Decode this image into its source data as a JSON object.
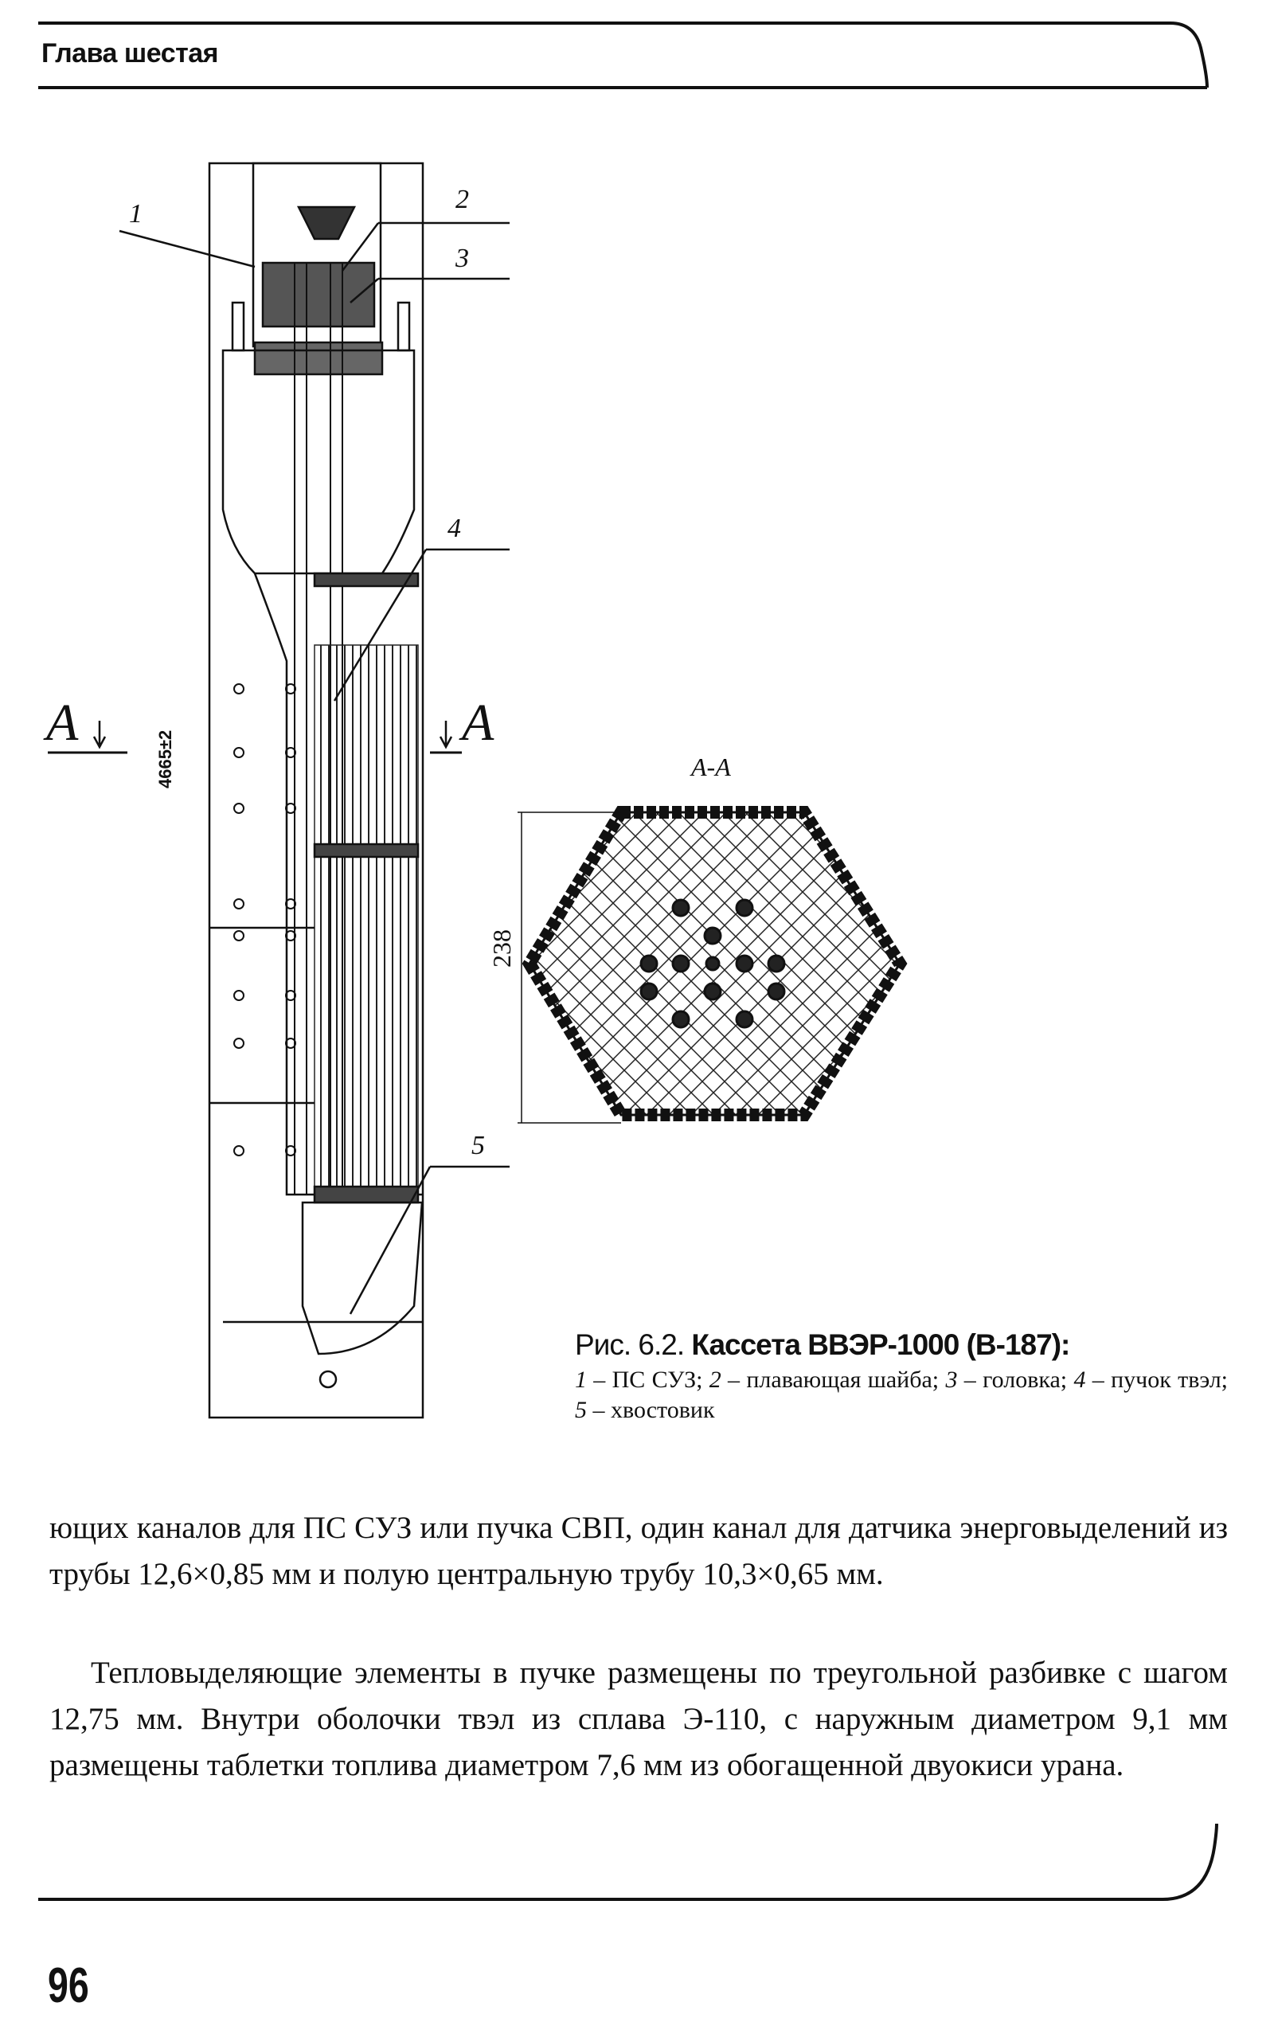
{
  "header": {
    "chapter": "Глава шестая"
  },
  "figure": {
    "callouts": [
      "1",
      "2",
      "3",
      "4",
      "5"
    ],
    "section_marks": [
      "А",
      "А"
    ],
    "section_title": "А-А",
    "length_dim": "4665±2",
    "width_dim": "238"
  },
  "caption": {
    "prefix": "Рис. 6.2.",
    "title": "Кассета ВВЭР-1000 (В-187):",
    "items": [
      {
        "num": "1",
        "text": "ПС СУЗ;"
      },
      {
        "num": "2",
        "text": "плавающая шайба;"
      },
      {
        "num": "3",
        "text": "головка;"
      },
      {
        "num": "4",
        "text": "пучок твэл;"
      },
      {
        "num": "5",
        "text": "хвостовик"
      }
    ]
  },
  "body": {
    "paragraph1": "ющих каналов для ПС СУЗ или пучка СВП, один канал для датчика энерговыделений из трубы 12,6×0,85 мм и полую центральную трубу 10,3×0,65 мм.",
    "paragraph2": "Тепловыделяющие элементы в пучке размещены по треугольной разбивке с шагом 12,75 мм. Внутри оболочки твэл из сплава Э-110, с наружным диаметром 9,1 мм размещены таблетки топлива диаметром 7,6 мм из обогащенной двуокиси урана."
  },
  "footer": {
    "page_number": "96"
  }
}
